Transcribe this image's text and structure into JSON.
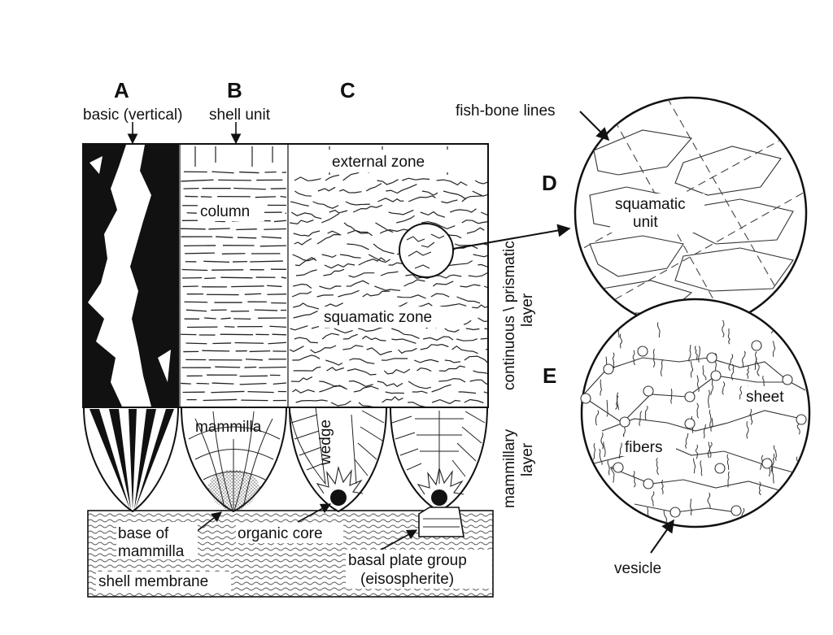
{
  "panels": {
    "a": "A",
    "b": "B",
    "c": "C",
    "d": "D",
    "e": "E"
  },
  "labels": {
    "basic_vertical": "basic (vertical)",
    "shell_unit": "shell unit",
    "external_zone": "external zone",
    "column": "column",
    "squamatic_zone": "squamatic zone",
    "mammilla": "mammilla",
    "wedge": "wedge",
    "base_of": "base of",
    "mammilla_line2": "mammilla",
    "organic_core": "organic core",
    "basal_plate_group": "basal plate group",
    "eisospherite": "(eisospherite)",
    "shell_membrane": "shell membrane",
    "continuous_prismatic": "continuous \\ prismatic",
    "layer_1": "layer",
    "mammillary": "mammillary",
    "layer_2": "layer",
    "fish_bone_lines": "fish-bone lines",
    "squamatic": "squamatic",
    "unit": "unit",
    "sheet": "sheet",
    "fibers": "fibers",
    "vesicle": "vesicle"
  }
}
